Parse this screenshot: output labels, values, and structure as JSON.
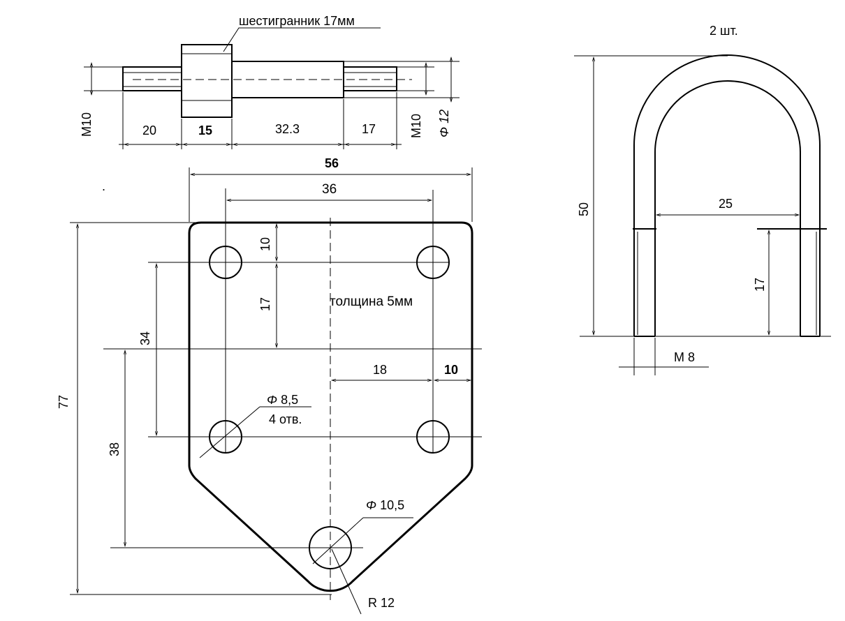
{
  "shaft": {
    "hex_label": "шестигранник 17мм",
    "len_1": "20",
    "len_2": "15",
    "len_3": "32.3",
    "len_4": "17",
    "thread_left": "M10",
    "thread_right": "M10",
    "phi": "Φ",
    "diameter": "12"
  },
  "plate": {
    "width_total": "56",
    "hole_spacing_x": "36",
    "height_total": "77",
    "dim_10_top": "10",
    "dim_17": "17",
    "dim_34": "34",
    "dim_38": "38",
    "dim_18": "18",
    "dim_10_side": "10",
    "thickness": "толщина 5мм",
    "hole_small_phi": "Φ",
    "hole_small_diam": "8,5",
    "hole_small_count": "4 отв.",
    "hole_big_phi": "Φ",
    "hole_big_diam": "10,5",
    "radius": "R 12"
  },
  "ubolt": {
    "quantity": "2 шт.",
    "height": "50",
    "inner_width": "25",
    "thread_length": "17",
    "thread": "M 8"
  }
}
